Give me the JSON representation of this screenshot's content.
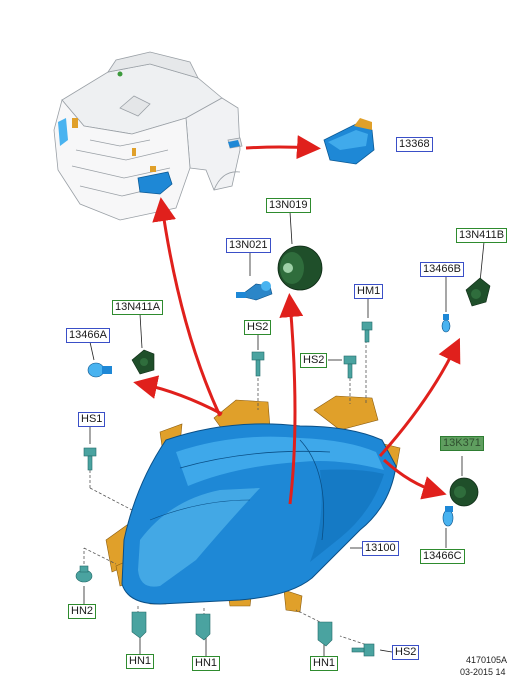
{
  "colors": {
    "lamp_blue": "#1e88d6",
    "lamp_blue_light": "#49b3f0",
    "bracket_orange": "#e0a02a",
    "bulb_socket_green": "#1f4f2a",
    "fastener_teal": "#4aa3a0",
    "arrow_red": "#e0201c",
    "label_green_border": "#2e8b2e",
    "label_blue_border": "#3a4fc7"
  },
  "labels": {
    "p13368": "13368",
    "p13N019": "13N019",
    "p13N021": "13N021",
    "p13N411B": "13N411B",
    "p13466B": "13466B",
    "p13N411A": "13N411A",
    "p13466A": "13466A",
    "pHM1": "HM1",
    "pHS2_top": "HS2",
    "pHS2_mid": "HS2",
    "pHS1": "HS1",
    "p13K371": "13K371",
    "p13100": "13100",
    "p13466C": "13466C",
    "pHN2": "HN2",
    "pHN1_a": "HN1",
    "pHN1_b": "HN1",
    "pHN1_c": "HN1",
    "pHS2_bot": "HS2"
  },
  "footer": {
    "ref": "4170105A",
    "date": "03-2015 14"
  }
}
